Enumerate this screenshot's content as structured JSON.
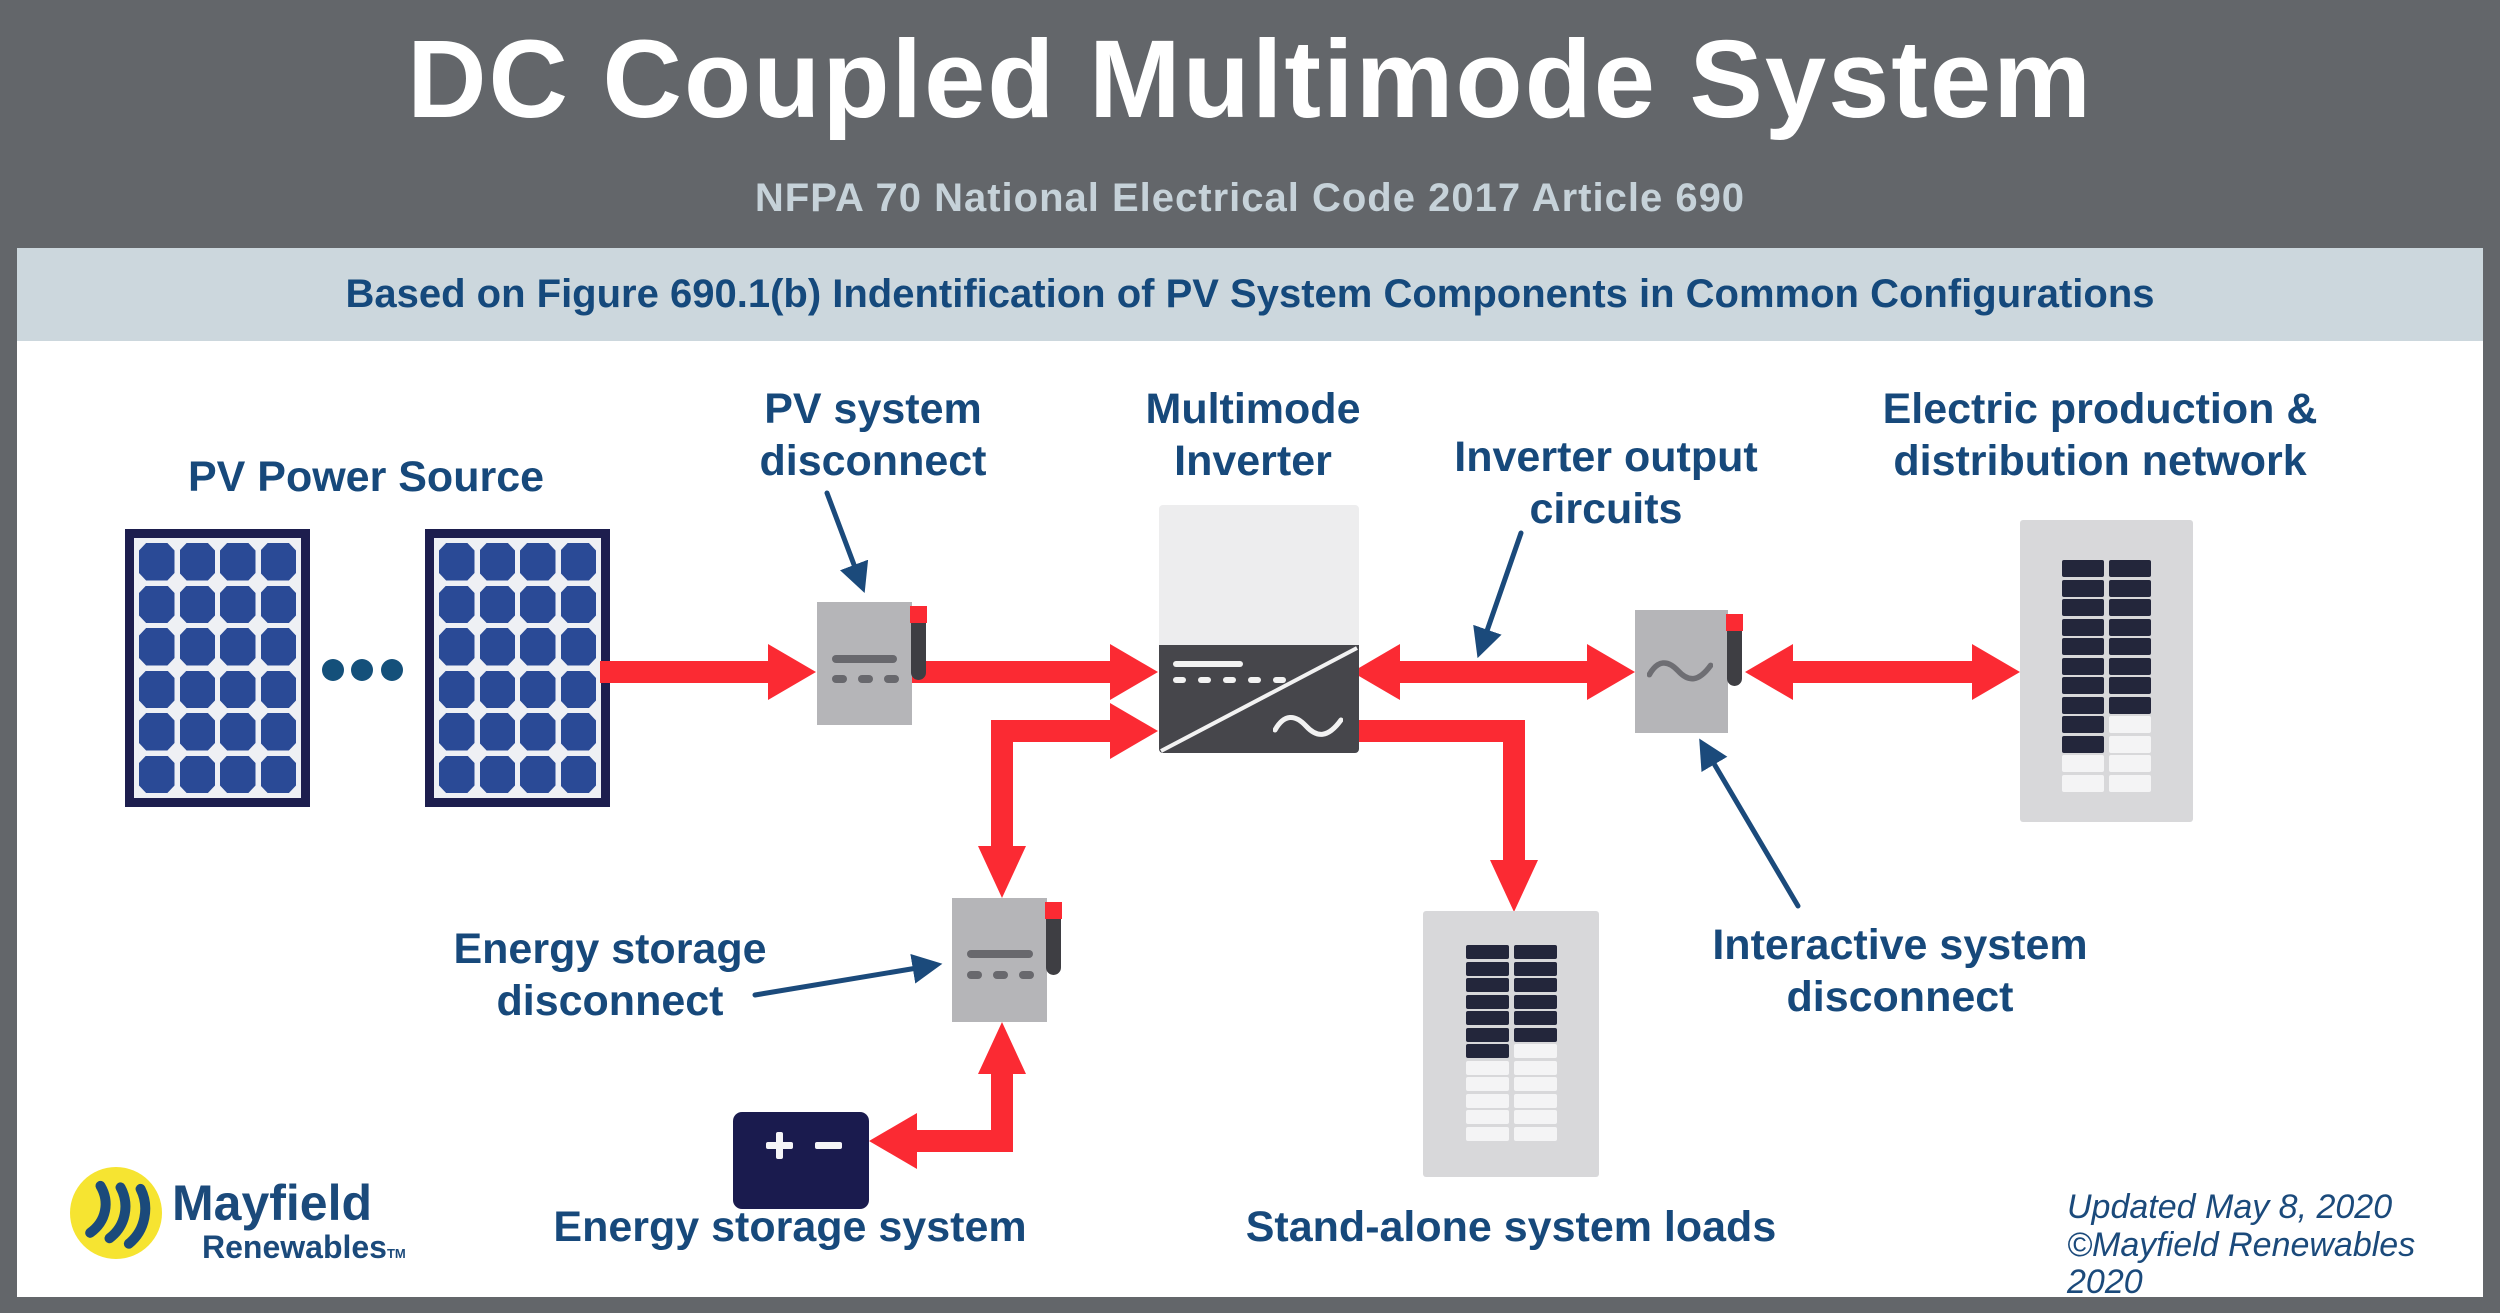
{
  "header": {
    "title": "DC Coupled Multimode System",
    "subtitle": "NFPA 70 National Electrical Code 2017 Article 690"
  },
  "banner": {
    "text": "Based on Figure 690.1(b) Indentification of PV System Components in Common Configurations"
  },
  "labels": {
    "pv_power_source": "PV Power Source",
    "pv_disconnect": [
      "PV system",
      "disconnect"
    ],
    "multimode_inverter": [
      "Multimode",
      "Inverter"
    ],
    "inverter_output": [
      "Inverter output",
      "circuits"
    ],
    "electric_network": [
      "Electric production &",
      "distribution network"
    ],
    "energy_disconnect": [
      "Energy storage",
      "disconnect"
    ],
    "energy_system": "Energy storage system",
    "standalone_loads": "Stand-alone system loads",
    "interactive_disconnect": [
      "Interactive system",
      "disconnect"
    ]
  },
  "battery": {
    "plus": "+",
    "minus": "−"
  },
  "panels": {
    "pv_module": {
      "cols": 4,
      "rows": 6
    },
    "production": {
      "columns": [
        {
          "dark": 10,
          "light": 2
        },
        {
          "dark": 8,
          "light": 4
        }
      ]
    },
    "loads": {
      "columns": [
        {
          "dark": 7,
          "light": 5
        },
        {
          "dark": 6,
          "light": 6
        }
      ]
    }
  },
  "colors": {
    "accent_red": "#fb2a33",
    "navy_text": "#17497b",
    "header_gray": "#63666a",
    "banner_bg": "#ccd7dd",
    "logo_yellow": "#f6e431"
  },
  "logo": {
    "name": "Mayfield",
    "sub": "Renewables",
    "tm": "TM"
  },
  "footer": {
    "updated": "Updated May 8, 2020",
    "copyright": "©Mayfield Renewables 2020"
  }
}
